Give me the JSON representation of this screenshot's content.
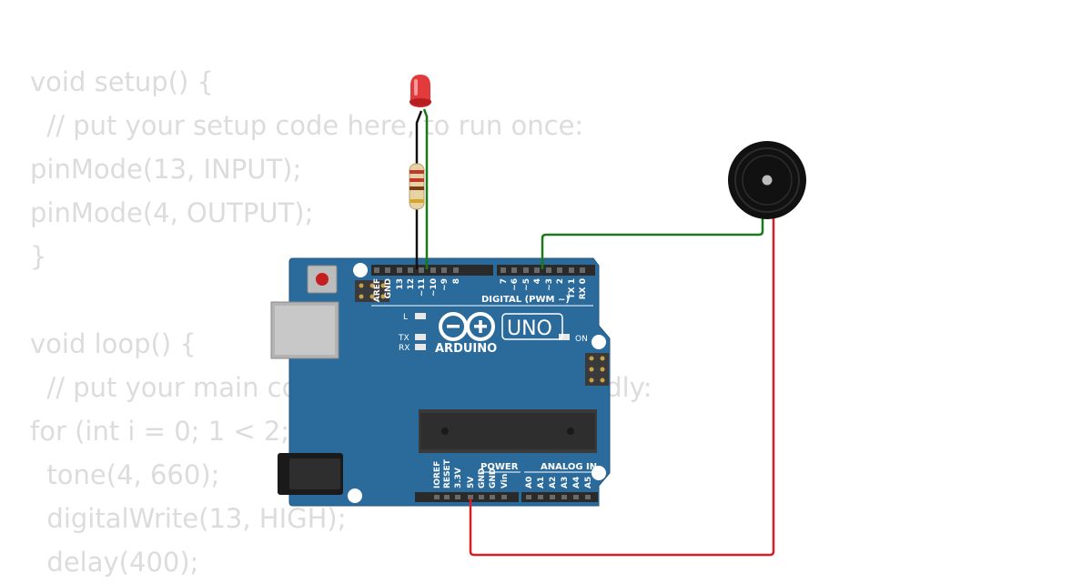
{
  "code": {
    "lines": [
      "void setup() {",
      "  // put your setup code here, to run once:",
      "pinMode(13, INPUT);",
      "pinMode(4, OUTPUT);",
      "}",
      "",
      "void loop() {",
      "  // put your main code here, to run repeatedly:",
      "for (int i = 0; 1 < 2; i++) {",
      "  tone(4, 660);",
      "  digitalWrite(13, HIGH);",
      "  delay(400);"
    ]
  },
  "board": {
    "brand": "ARDUINO",
    "model": "UNO",
    "digital_header_label": "DIGITAL (PWM ~)",
    "power_label": "POWER",
    "analog_label": "ANALOG IN",
    "on_label": "ON",
    "led_l": "L",
    "led_tx": "TX",
    "led_rx": "RX",
    "top_pins": [
      "AREF",
      "GND",
      "13",
      "12",
      "~11",
      "~10",
      "~9",
      "8",
      "7",
      "~6",
      "~5",
      "4",
      "~3",
      "2",
      "TX 1",
      "RX 0"
    ],
    "bottom_power_pins": [
      "IOREF",
      "RESET",
      "3.3V",
      "5V",
      "GND",
      "GND",
      "Vin"
    ],
    "bottom_analog_pins": [
      "A0",
      "A1",
      "A2",
      "A3",
      "A4",
      "A5"
    ],
    "color": "#2b6b9c"
  },
  "wires": {
    "green": "#1a7a1a",
    "red": "#d61f26",
    "black": "#111111"
  }
}
